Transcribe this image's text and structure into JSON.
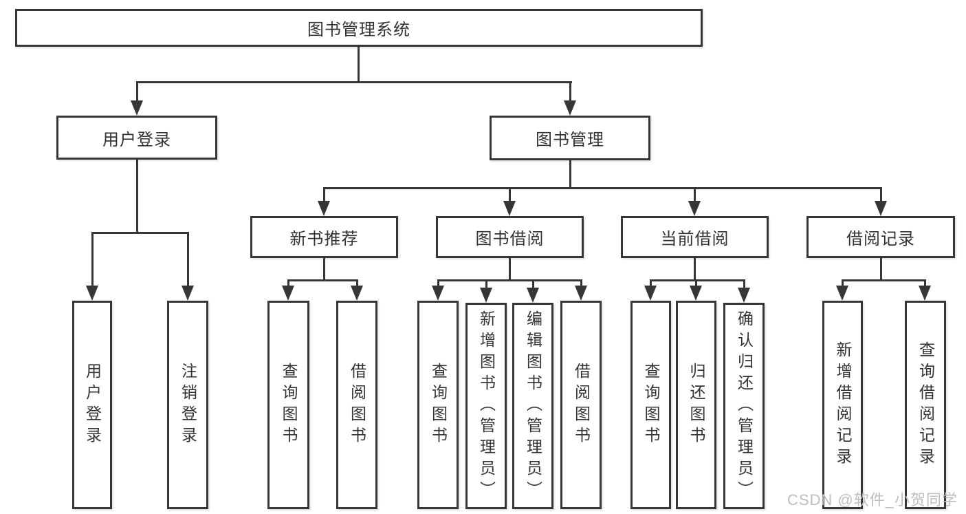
{
  "tree": {
    "root": {
      "label": "图书管理系统"
    },
    "user_login": {
      "label": "用户登录",
      "children": [
        "用户登录",
        "注销登录"
      ]
    },
    "book_mgmt": {
      "label": "图书管理"
    },
    "new_book_rec": {
      "label": "新书推荐",
      "children": [
        "查询图书",
        "借阅图书"
      ]
    },
    "book_borrow": {
      "label": "图书借阅",
      "children": [
        "查询图书",
        "新增图书（管理员）",
        "编辑图书（管理员）",
        "借阅图书"
      ]
    },
    "current_borrow": {
      "label": "当前借阅",
      "children": [
        "查询图书",
        "归还图书",
        "确认归还（管理员）"
      ]
    },
    "borrow_records": {
      "label": "借阅记录",
      "children": [
        "新增借阅记录",
        "查询借阅记录"
      ]
    }
  },
  "watermark": {
    "text": "CSDN @软件_小贺同学"
  },
  "colors": {
    "line": "#363636",
    "text": "#333333",
    "box_background": "#ffffff",
    "watermark": "#bdbdbd"
  }
}
